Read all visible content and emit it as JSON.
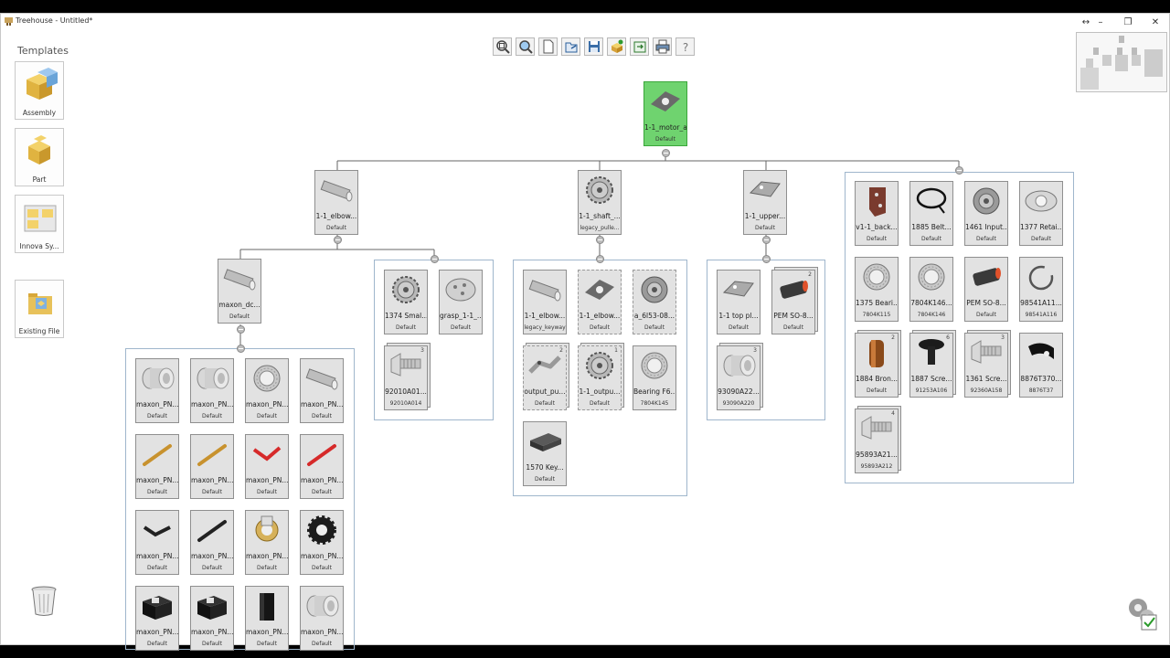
{
  "window": {
    "title": "Treehouse - Untitled*",
    "controls": {
      "resize": "↔",
      "minimize": "–",
      "restore": "❐",
      "close": "✕"
    }
  },
  "templates": {
    "title": "Templates",
    "items": [
      {
        "label": "Assembly",
        "icon": "assembly-icon"
      },
      {
        "label": "Part",
        "icon": "part-icon"
      },
      {
        "label": "Innova Sy...",
        "icon": "drawing-icon"
      },
      {
        "label": "Existing File",
        "icon": "folder-icon"
      }
    ]
  },
  "toolbar": {
    "tools": [
      "zoom-fit-icon",
      "zoom-select-icon",
      "new-document-icon",
      "open-icon",
      "save-icon",
      "build-assembly-icon",
      "export-icon",
      "print-icon",
      "help-icon"
    ]
  },
  "colors": {
    "root": "#6fd36f",
    "node": "#e2e2e2",
    "group_border": "#9fb6cc",
    "accent_part": "#b98a30"
  },
  "tree": {
    "root": {
      "label": "1-1_motor_a",
      "config": "Default"
    },
    "level1": [
      {
        "label": "1-1_elbow...",
        "config": "Default"
      },
      {
        "label": "1-1_shaft_...",
        "config": "legacy_pulle..."
      },
      {
        "label": "1-1_upper...",
        "config": "Default"
      }
    ],
    "elbow_children": {
      "subasm": {
        "label": "maxon_dc...",
        "config": "Default"
      }
    },
    "maxon_parts": [
      {
        "label": "maxon_PN...",
        "config": "Default",
        "thumb": "cylinder"
      },
      {
        "label": "maxon_PN...",
        "config": "Default",
        "thumb": "cylinder"
      },
      {
        "label": "maxon_PN...",
        "config": "Default",
        "thumb": "ring"
      },
      {
        "label": "maxon_PN...",
        "config": "Default",
        "thumb": "shaft"
      },
      {
        "label": "maxon_PN...",
        "config": "Default",
        "thumb": "rod-gold"
      },
      {
        "label": "maxon_PN...",
        "config": "Default",
        "thumb": "rod-gold"
      },
      {
        "label": "maxon_PN...",
        "config": "Default",
        "thumb": "bent-red"
      },
      {
        "label": "maxon_PN...",
        "config": "Default",
        "thumb": "rod-red"
      },
      {
        "label": "maxon_PN...",
        "config": "Default",
        "thumb": "bent-black"
      },
      {
        "label": "maxon_PN...",
        "config": "Default",
        "thumb": "rod-black"
      },
      {
        "label": "maxon_PN...",
        "config": "Default",
        "thumb": "bearing-gold"
      },
      {
        "label": "maxon_PN...",
        "config": "Default",
        "thumb": "gear-black"
      },
      {
        "label": "maxon_PN...",
        "config": "Default",
        "thumb": "block-black"
      },
      {
        "label": "maxon_PN...",
        "config": "Default",
        "thumb": "block-black"
      },
      {
        "label": "maxon_PN...",
        "config": "Default",
        "thumb": "box-black"
      },
      {
        "label": "maxon_PN...",
        "config": "Default",
        "thumb": "cylinder"
      }
    ],
    "elbow_parts": [
      {
        "label": "1374 Smal...",
        "config": "Default",
        "thumb": "gear",
        "count": ""
      },
      {
        "label": "grasp_1-1_...",
        "config": "Default",
        "thumb": "disc",
        "count": ""
      },
      {
        "label": "92010A01...",
        "config": "92010A014",
        "thumb": "screw",
        "count": "3"
      }
    ],
    "shaft_parts": [
      {
        "label": "1-1_elbow...",
        "config": "legacy_keyway",
        "thumb": "shaft"
      },
      {
        "label": "1-1_elbow...",
        "config": "Default",
        "thumb": "bracket"
      },
      {
        "label": "a_6l53-08...",
        "config": "Default",
        "thumb": "pulley"
      },
      {
        "label": "output_pu...",
        "config": "Default",
        "thumb": "arm",
        "count": "2"
      },
      {
        "label": "1-1_outpu...",
        "config": "Default",
        "thumb": "gear",
        "count": "1"
      },
      {
        "label": "Bearing F6...",
        "config": "7804K145",
        "thumb": "ring"
      },
      {
        "label": "1570 Key...",
        "config": "Default",
        "thumb": "key"
      }
    ],
    "upper_parts": [
      {
        "label": "1-1 top pl...",
        "config": "Default",
        "thumb": "plate"
      },
      {
        "label": "PEM SO-8...",
        "config": "Default",
        "thumb": "standoff",
        "count": "2"
      },
      {
        "label": "93090A22...",
        "config": "93090A220",
        "thumb": "cylinder",
        "count": "3"
      }
    ],
    "root_parts": [
      {
        "label": "v1-1_back...",
        "config": "Default",
        "thumb": "backplate"
      },
      {
        "label": "1885 Belt...",
        "config": "Default",
        "thumb": "belt"
      },
      {
        "label": "1461 Input...",
        "config": "Default",
        "thumb": "pulley"
      },
      {
        "label": "1377 Retai...",
        "config": "Default",
        "thumb": "retainer"
      },
      {
        "label": "1375 Beari...",
        "config": "7804K115",
        "thumb": "ring"
      },
      {
        "label": "7804K146...",
        "config": "7804K146",
        "thumb": "ring"
      },
      {
        "label": "PEM SO-8...",
        "config": "Default",
        "thumb": "standoff"
      },
      {
        "label": "98541A11...",
        "config": "98541A116",
        "thumb": "clip"
      },
      {
        "label": "1884 Bron...",
        "config": "Default",
        "thumb": "bronze",
        "count": "2"
      },
      {
        "label": "1887 Scre...",
        "config": "91253A106",
        "thumb": "screw-black",
        "count": "6"
      },
      {
        "label": "1361 Scre...",
        "config": "92360A158",
        "thumb": "screw",
        "count": "3"
      },
      {
        "label": "8876T370...",
        "config": "8876T37",
        "thumb": "clamp"
      },
      {
        "label": "95893A21...",
        "config": "95893A212",
        "thumb": "screw",
        "count": "4"
      }
    ]
  }
}
